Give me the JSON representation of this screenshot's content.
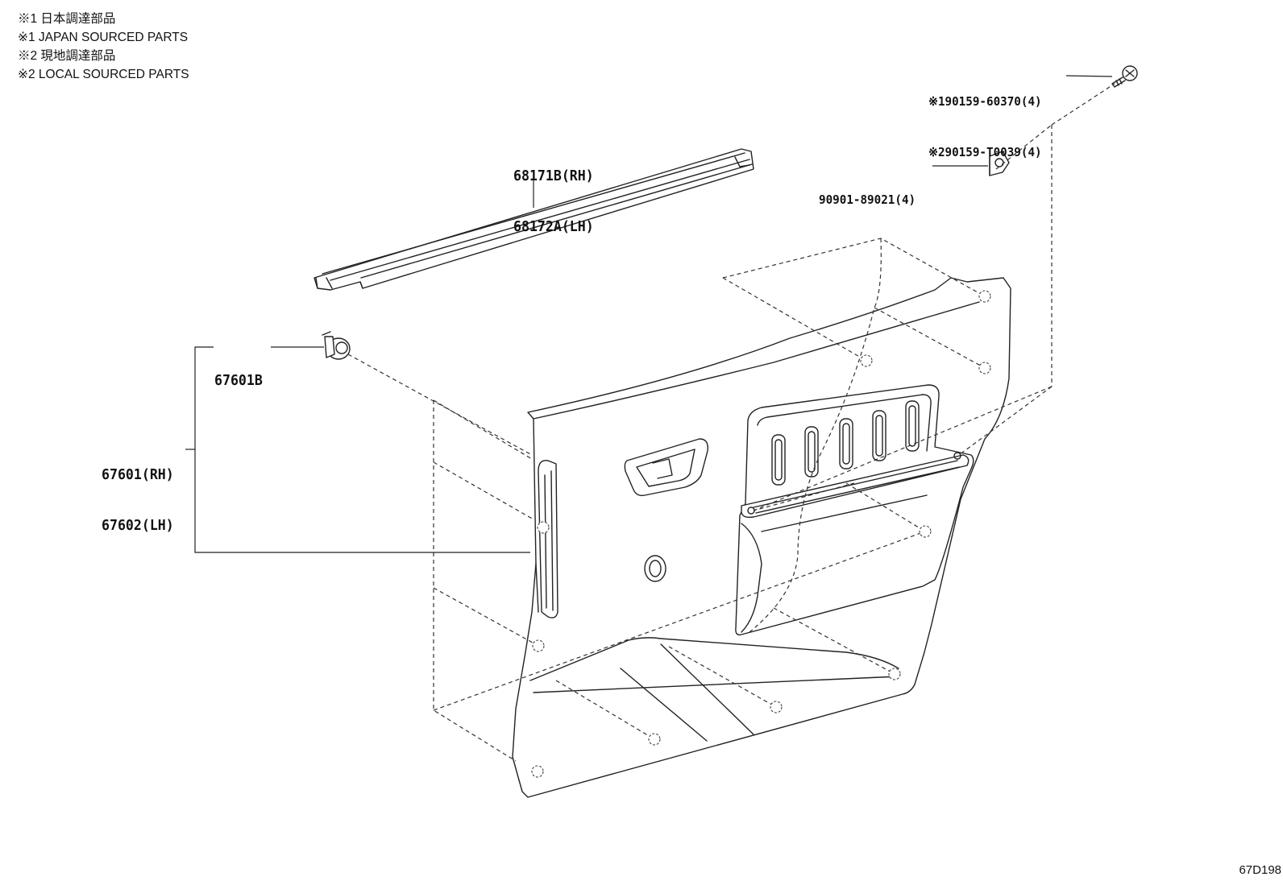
{
  "notes": [
    "※1 日本調達部品",
    "※1 JAPAN SOURCED PARTS",
    "※2 現地調達部品",
    "※2 LOCAL SOURCED PARTS"
  ],
  "callouts": {
    "weatherstrip_rh": "68171B(RH)",
    "weatherstrip_lh": "68172A(LH)",
    "screw_jp": "※190159-60370(4)",
    "screw_local": "※290159-T0039(4)",
    "nut": "90901-89021(4)",
    "clip": "67601B",
    "panel_rh": "67601(RH)",
    "panel_lh": "67602(LH)"
  },
  "diagram_ref": "67D198"
}
